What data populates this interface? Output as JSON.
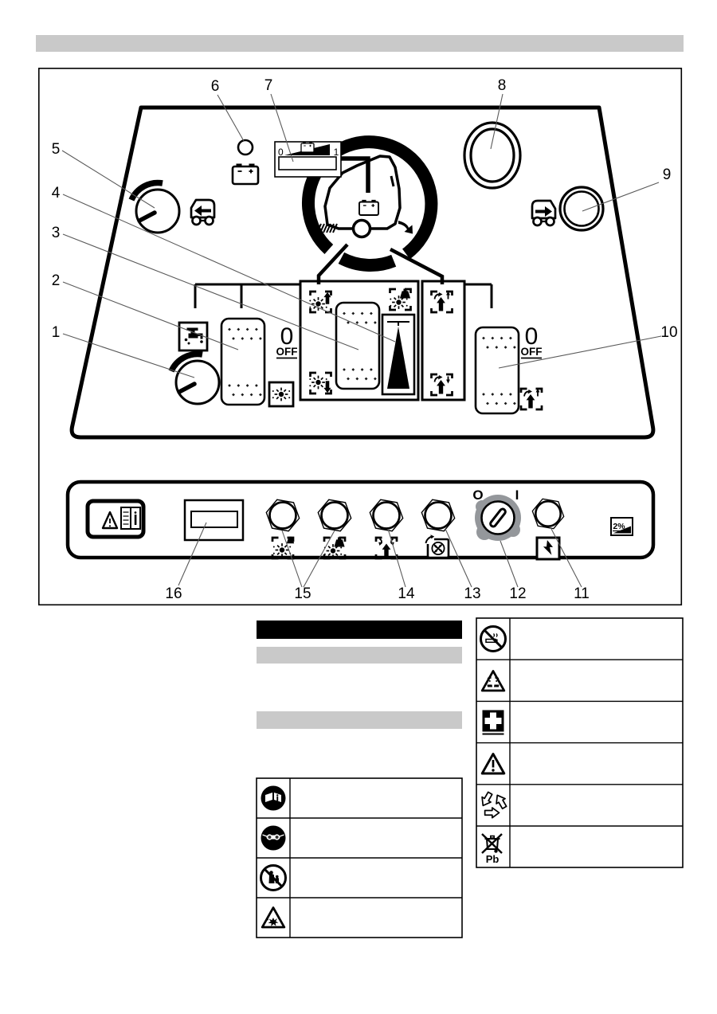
{
  "figure": {
    "callouts": {
      "c1": "1",
      "c2": "2",
      "c3": "3",
      "c4": "4",
      "c5": "5",
      "c6": "6",
      "c7": "7",
      "c8": "8",
      "c9": "9",
      "c10": "10",
      "c11": "11",
      "c12": "12",
      "c13": "13",
      "c14": "14",
      "c15": "15",
      "c16": "16"
    },
    "battery_gauge": {
      "min": "0",
      "max": "1"
    },
    "left_rocker": {
      "zero": "0",
      "off": "OFF"
    },
    "right_rocker": {
      "zero": "0",
      "off": "OFF"
    },
    "key_switch": {
      "off_mark": "O",
      "on_mark": "I"
    },
    "gradient_label": "2%"
  },
  "safety": {
    "lead_battery_label": "Pb"
  },
  "colors": {
    "panel_black": "#000000",
    "heading_gray": "#c9c9c9",
    "key_bezel_gray": "#94979b",
    "callout_line": "#5a5a5a"
  },
  "icons": {
    "battery-icon": "rectangle with terminals",
    "battery-charge-gauge-icon": "0-1 wedge gauge",
    "drive-direction-left-icon": "machine with left arrow",
    "drive-direction-right-icon": "machine with right arrow",
    "speed-knob-icon": "knob with arc arrow",
    "water-tap-icon": "tap with drops",
    "rotating-brush-icon": "brush with debris",
    "brush-raise-icon": "brush with up arrow",
    "brush-lower-icon": "brush with down arrow",
    "brush-pressure-icon": "brush with weight",
    "brush-pressure-gauge-icon": "triangle wedge gauge",
    "filter-flap-raise-icon": "flap with up arrows",
    "filter-flap-lower-icon": "flap with down arrow",
    "filter-shake-icon": "flap with shake arrows",
    "suction-fan-icon": "fan with circular arrow",
    "key-switch-icon": "key slot between O and I",
    "charging-icon": "lightning bolt",
    "max-gradient-icon": "2 percent slope wedge",
    "warning-manual-icon": "warning triangle and manual",
    "read-manual-icon": "open book with i",
    "eye-protection-icon": "face with goggles",
    "no-children-icon": "crossed-out children",
    "explosion-hazard-icon": "triangle with blast",
    "no-smoking-icon": "crossed-out cigarette",
    "corrosive-hazard-icon": "triangle with acid on hand",
    "first-aid-icon": "white cross on black square",
    "warning-icon": "triangle with exclamation mark",
    "recycling-icon": "three chasing arrows",
    "lead-battery-disposal-icon": "crossed-out bin with Pb"
  }
}
